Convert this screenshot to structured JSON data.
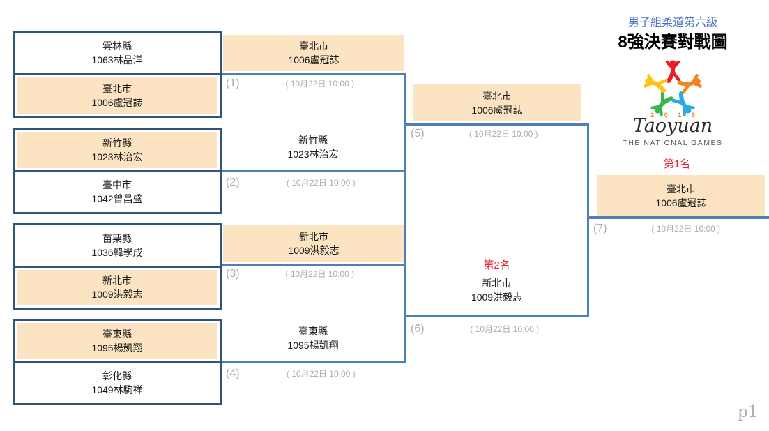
{
  "header": {
    "category": "男子組柔道第六級",
    "title": "8強決賽對戰圖"
  },
  "logo": {
    "year": "2 0 1 9",
    "name": "Taoyuan",
    "subtitle": "THE NATIONAL GAMES",
    "figure_colors": [
      "#ED1C24",
      "#F58220",
      "#29ABE2",
      "#39B54A",
      "#FFC20E"
    ]
  },
  "match_time": "( 10月22日 10:00 )",
  "round1": [
    {
      "top": {
        "city": "雲林縣",
        "athlete": "1063林品洋",
        "winner": false
      },
      "bottom": {
        "city": "臺北市",
        "athlete": "1006盧冠誌",
        "winner": true
      }
    },
    {
      "top": {
        "city": "新竹縣",
        "athlete": "1023林治宏",
        "winner": true
      },
      "bottom": {
        "city": "臺中市",
        "athlete": "1042曾昌盛",
        "winner": false
      }
    },
    {
      "top": {
        "city": "苗栗縣",
        "athlete": "1036韓學成",
        "winner": false
      },
      "bottom": {
        "city": "新北市",
        "athlete": "1009洪毅志",
        "winner": true
      }
    },
    {
      "top": {
        "city": "臺東縣",
        "athlete": "1095楊凱翔",
        "winner": true
      },
      "bottom": {
        "city": "彰化縣",
        "athlete": "1049林駒祥",
        "winner": false
      }
    }
  ],
  "round2": {
    "upper": {
      "winner_top": {
        "city": "臺北市",
        "athlete": "1006盧冠誌"
      },
      "match_top_label": "(1)",
      "winner_bottom": {
        "city": "新竹縣",
        "athlete": "1023林治宏"
      },
      "match_bottom_label": "(2)"
    },
    "lower": {
      "winner_top": {
        "city": "新北市",
        "athlete": "1009洪毅志"
      },
      "match_top_label": "(3)",
      "winner_bottom": {
        "city": "臺東縣",
        "athlete": "1095楊凱翔"
      },
      "match_bottom_label": "(4)"
    }
  },
  "round3": {
    "winner_top": {
      "city": "臺北市",
      "athlete": "1006盧冠誌"
    },
    "match_top_label": "(5)",
    "second_place_label": "第2名",
    "runner_up": {
      "city": "新北市",
      "athlete": "1009洪毅志"
    },
    "match_bottom_label": "(6)"
  },
  "final": {
    "first_place_label": "第1名",
    "champion": {
      "city": "臺北市",
      "athlete": "1006盧冠誌"
    },
    "match_label": "(7)"
  },
  "page_label": "p1",
  "colors": {
    "winner_highlight": "#FCE4C3",
    "round1_border": "#30567D",
    "pairbox_border": "#4E80B8",
    "label_gray": "#A6ACB6",
    "place_red": "#E8222A",
    "category_blue": "#4472C4"
  }
}
